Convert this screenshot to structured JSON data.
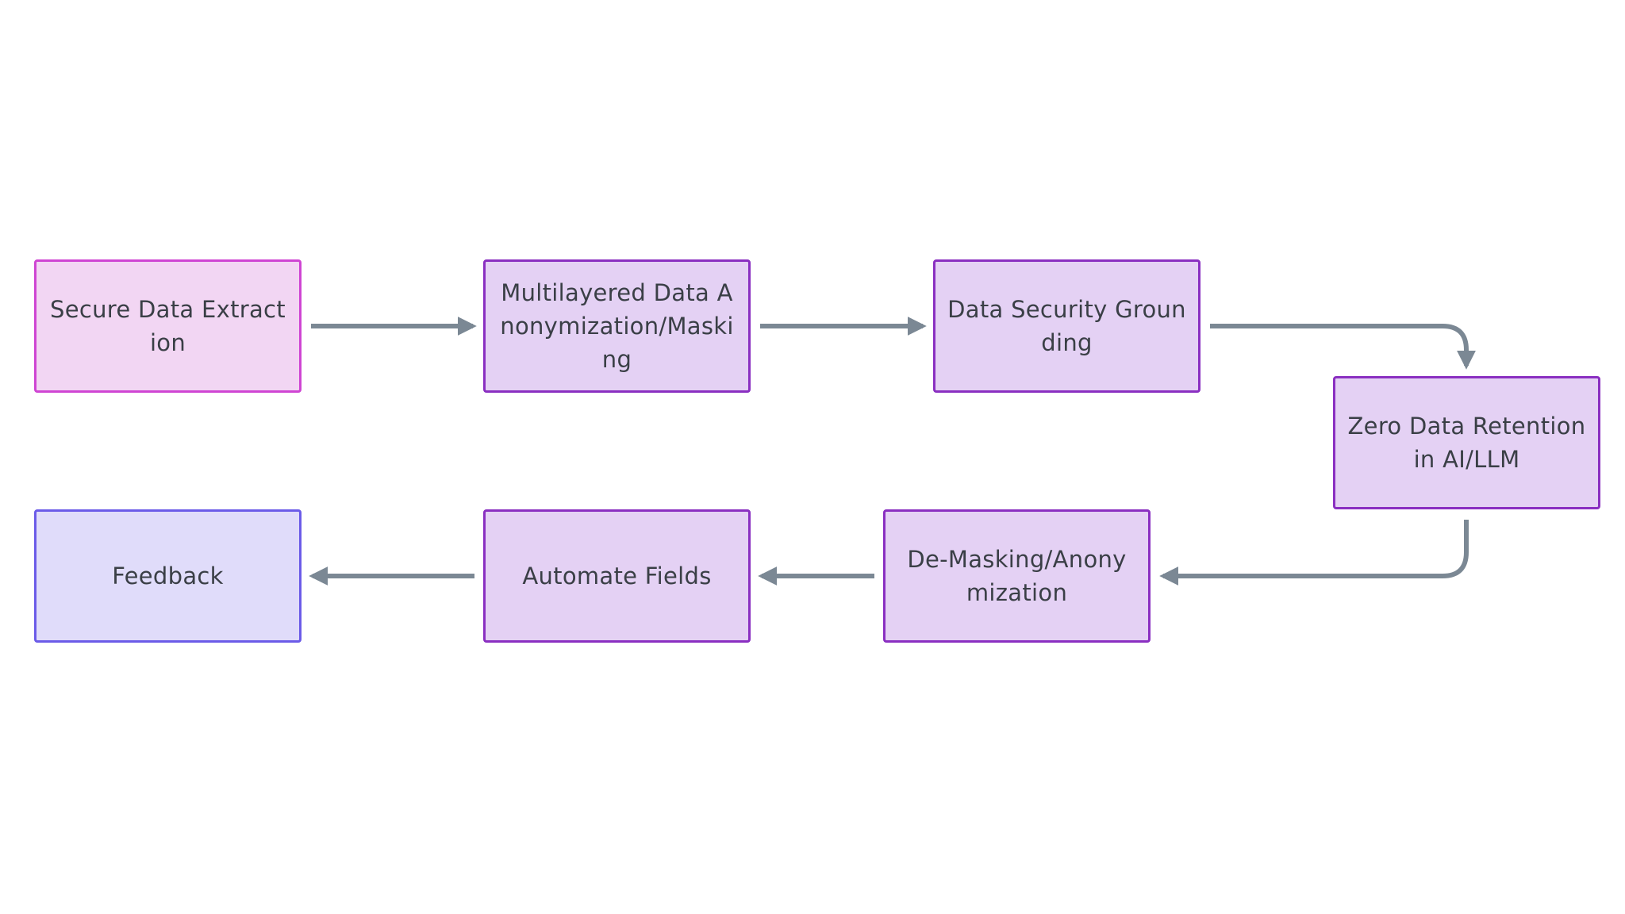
{
  "diagram": {
    "nodes": {
      "extract": {
        "label": "Secure Data Extraction"
      },
      "anonymization": {
        "label": "Multilayered Data Anonymization/Masking"
      },
      "grounding": {
        "label": "Data Security Grounding"
      },
      "zero_retention": {
        "label": "Zero Data Retention in AI/LLM"
      },
      "demasking": {
        "label": "De-Masking/Anonymization"
      },
      "automate": {
        "label": "Automate Fields"
      },
      "feedback": {
        "label": "Feedback"
      }
    },
    "edges": [
      {
        "from": "Secure Data Extraction",
        "to": "Multilayered Data Anonymization/Masking"
      },
      {
        "from": "Multilayered Data Anonymization/Masking",
        "to": "Data Security Grounding"
      },
      {
        "from": "Data Security Grounding",
        "to": "Zero Data Retention in AI/LLM"
      },
      {
        "from": "Zero Data Retention in AI/LLM",
        "to": "De-Masking/Anonymization"
      },
      {
        "from": "De-Masking/Anonymization",
        "to": "Automate Fields"
      },
      {
        "from": "Automate Fields",
        "to": "Feedback"
      }
    ],
    "colors": {
      "edge": "#7b8894",
      "node_fill": "#e4d1f4",
      "node_border": "#8a2fc1",
      "start_fill": "#f2d6f3",
      "start_border": "#cf45d3",
      "end_fill": "#e0dcfa",
      "end_border": "#6b5be8",
      "label_text": "#3a3f46"
    }
  }
}
